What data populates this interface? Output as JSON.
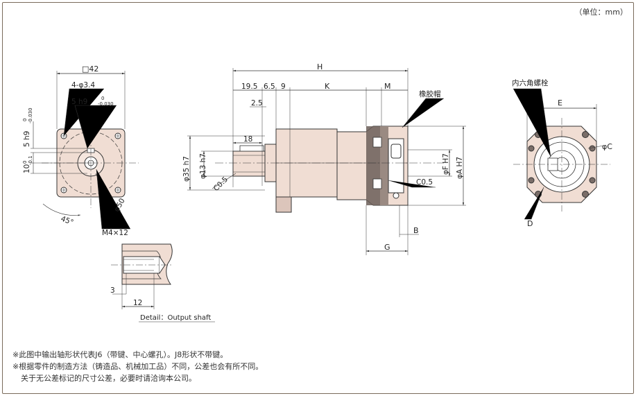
{
  "unit_label": "（单位：mm）",
  "front_view": {
    "square": "□42",
    "holes": "4-φ3.4",
    "key": "5  h9",
    "key_tol": "-0.030",
    "key_tol0": "0",
    "key_height": "5  h9",
    "key_height_tol": "-0.030",
    "key_height_tol0": "0",
    "key_depth": "10",
    "key_depth_tol": "-0.1",
    "key_depth_tol0": "0",
    "angle": "45°",
    "pcd": "φ50",
    "tap": "M4×12"
  },
  "side_view": {
    "H": "H",
    "d19_5": "19.5",
    "d6_5": "6.5",
    "d9": "9",
    "K": "K",
    "M": "M",
    "d2_5": "2.5",
    "d18": "18",
    "dia35": "φ35 h7",
    "dia13": "φ13 h7",
    "c05a": "C0.5",
    "c05b": "C0.5",
    "rubber_cap": "橡胶帽",
    "F": "φF H7",
    "A": "φA H7",
    "B": "B",
    "G": "G"
  },
  "rear_view": {
    "hex_bolt": "内六角螺栓",
    "E": "E",
    "C": "φC",
    "D": "D"
  },
  "detail": {
    "d3": "3",
    "d12": "12",
    "label": "Detail：Output shaft"
  },
  "notes": {
    "line1": "※此图中输出轴形状代表J6（带键、中心螺孔）。J8形状不带键。",
    "line2": "※根据零件的制造方法（铸造品、机械加工品）不同，公差也会有所不同。",
    "line3": "关于无公差标记的尺寸公差，必要时请洽询本公司。"
  },
  "colors": {
    "body": "#f0ddd3",
    "line": "#333333",
    "frame": "#7a6b5a"
  }
}
